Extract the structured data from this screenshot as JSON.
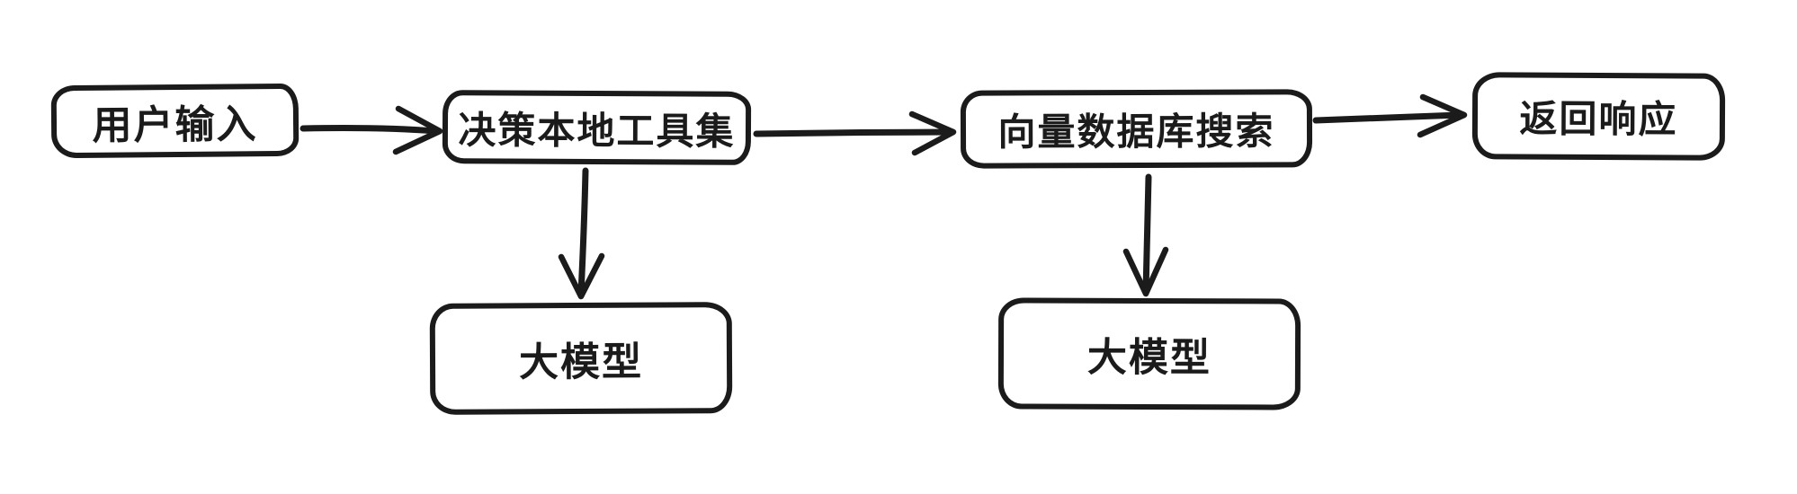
{
  "diagram": {
    "type": "flowchart",
    "style": "hand-drawn",
    "colors": {
      "stroke": "#1b1b1b",
      "background": "#ffffff"
    },
    "nodes": [
      {
        "id": "user-input",
        "label": "用户输入"
      },
      {
        "id": "decide-local-toolset",
        "label": "决策本地工具集"
      },
      {
        "id": "vector-db-search",
        "label": "向量数据库搜索"
      },
      {
        "id": "return-response",
        "label": "返回响应"
      },
      {
        "id": "llm-under-toolset",
        "label": "大模型"
      },
      {
        "id": "llm-under-search",
        "label": "大模型"
      }
    ],
    "edges": [
      {
        "from": "user-input",
        "to": "decide-local-toolset",
        "direction": "right"
      },
      {
        "from": "decide-local-toolset",
        "to": "vector-db-search",
        "direction": "right"
      },
      {
        "from": "vector-db-search",
        "to": "return-response",
        "direction": "right"
      },
      {
        "from": "decide-local-toolset",
        "to": "llm-under-toolset",
        "direction": "down"
      },
      {
        "from": "vector-db-search",
        "to": "llm-under-search",
        "direction": "down"
      }
    ]
  }
}
